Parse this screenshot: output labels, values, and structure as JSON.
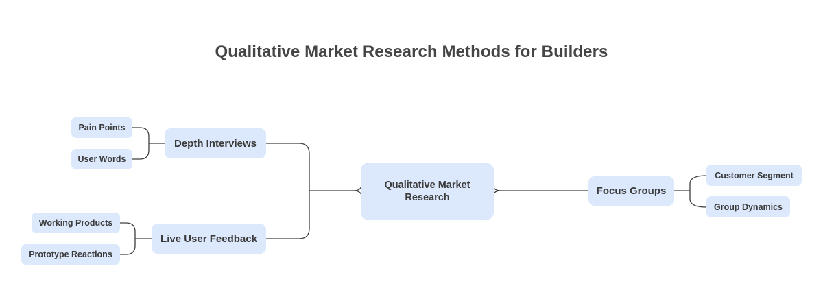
{
  "diagram": {
    "title": "Qualitative Market Research Methods for Builders",
    "center": {
      "label": "Qualitative Market Research"
    },
    "branches": {
      "depth_interviews": {
        "label": "Depth Interviews",
        "leaves": [
          "Pain Points",
          "User Words"
        ]
      },
      "live_user_feedback": {
        "label": "Live User Feedback",
        "leaves": [
          "Working Products",
          "Prototype Reactions"
        ]
      },
      "focus_groups": {
        "label": "Focus Groups",
        "leaves": [
          "Customer Segment",
          "Group Dynamics"
        ]
      }
    },
    "colors": {
      "node_fill": "#dce8fb",
      "connector": "#3d3d3d",
      "text": "#3b3b3b"
    }
  }
}
